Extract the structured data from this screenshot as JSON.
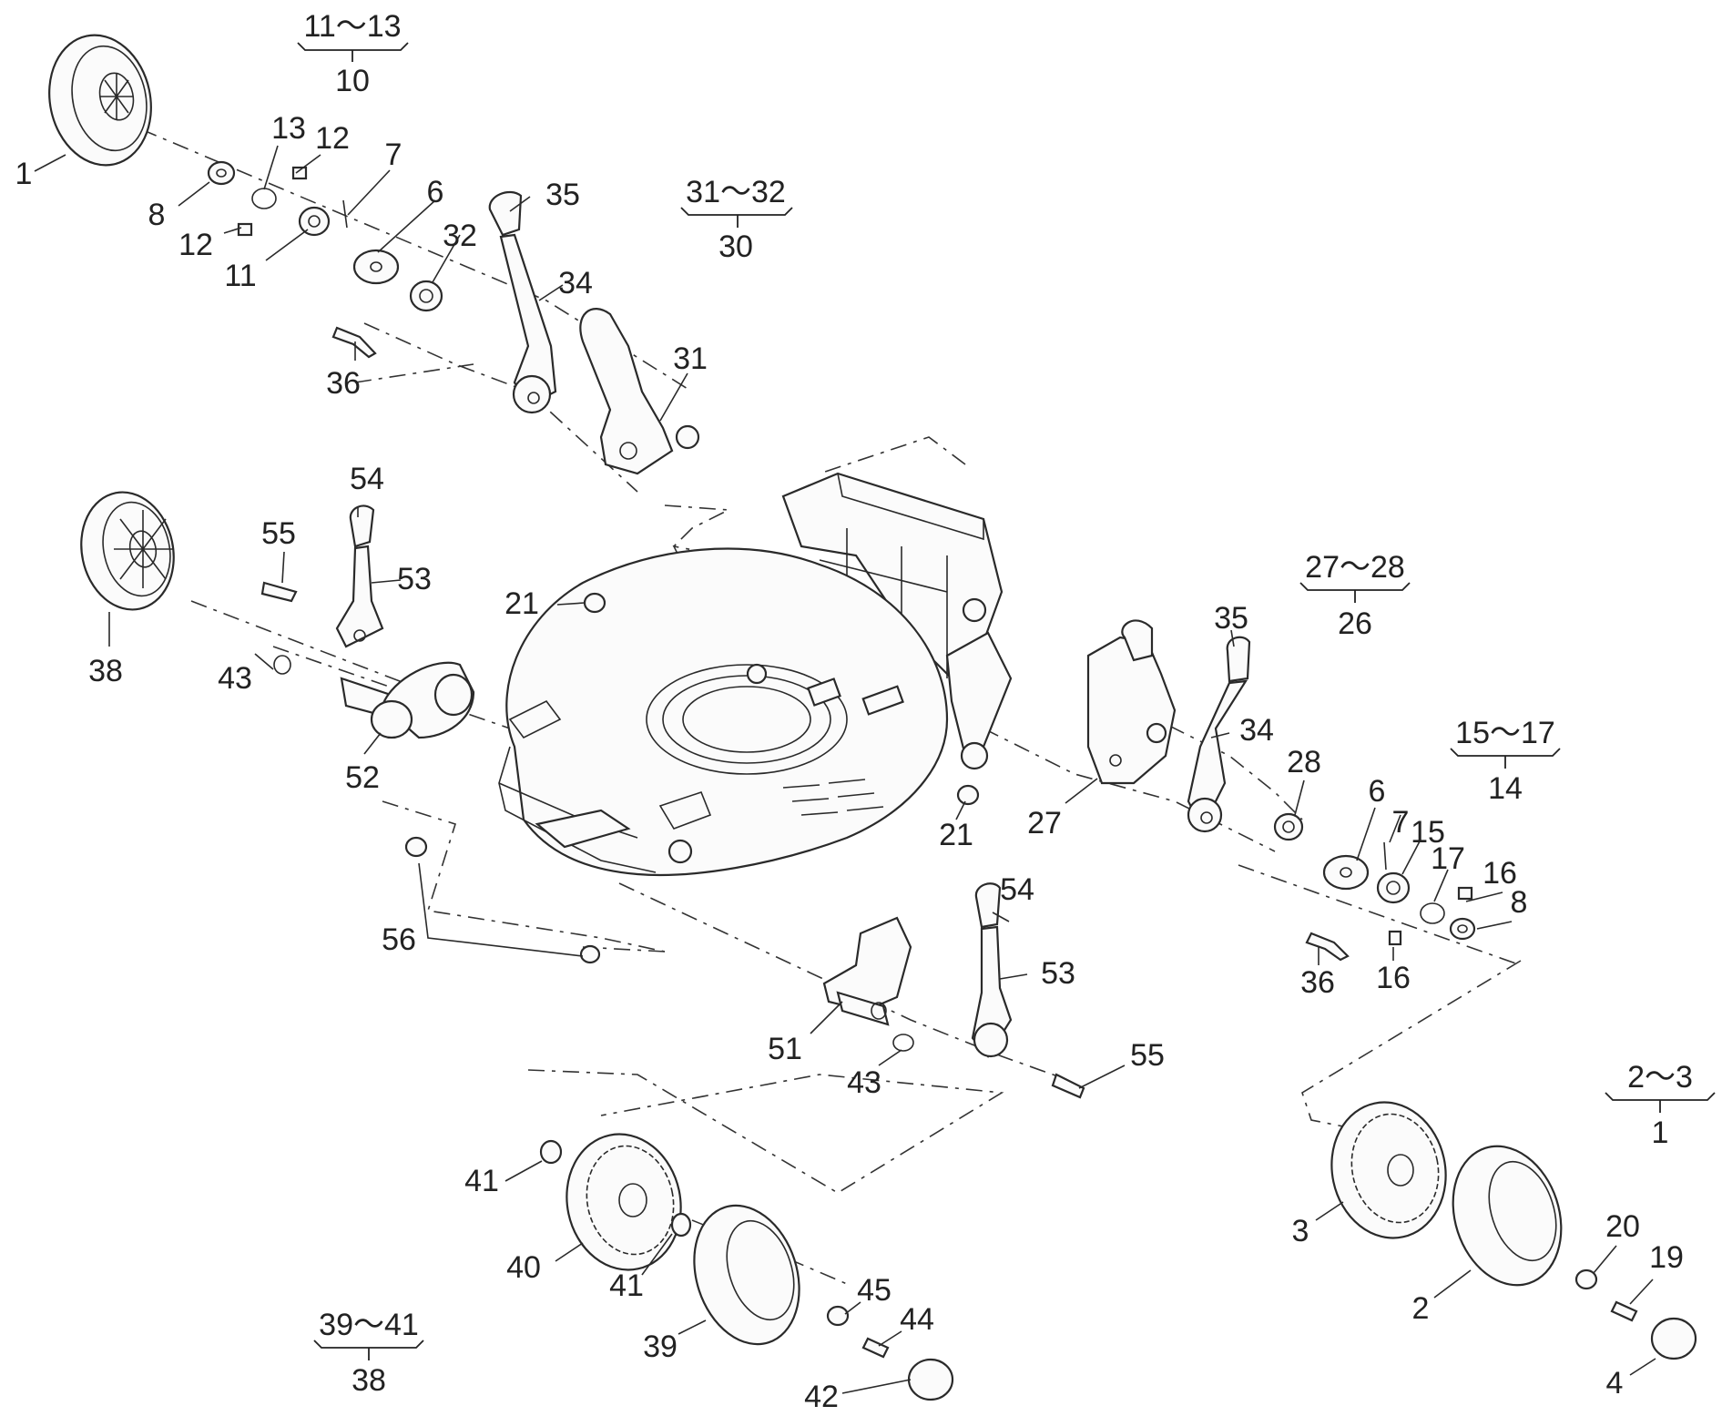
{
  "callouts": {
    "c1a": "1",
    "c8a": "8",
    "c13": "13",
    "c12a": "12",
    "c12b": "12",
    "c7a": "7",
    "c11": "11",
    "c6a": "6",
    "c32": "32",
    "c35a": "35",
    "c34a": "34",
    "c31": "31",
    "c36a": "36",
    "c54a": "54",
    "c55a": "55",
    "c53a": "53",
    "c21a": "21",
    "c38": "38",
    "c43a": "43",
    "c52": "52",
    "c56": "56",
    "c21b": "21",
    "c27": "27",
    "c35b": "35",
    "c34b": "34",
    "c28": "28",
    "c6b": "6",
    "c7b": "7",
    "c15": "15",
    "c17": "17",
    "c16a": "16",
    "c8b": "8",
    "c36b": "36",
    "c16b": "16",
    "c54b": "54",
    "c53b": "53",
    "c51": "51",
    "c43b": "43",
    "c55b": "55",
    "c41a": "41",
    "c40": "40",
    "c41b": "41",
    "c39": "39",
    "c45": "45",
    "c44": "44",
    "c42": "42",
    "c3": "3",
    "c2": "2",
    "c20": "20",
    "c19": "19",
    "c4": "4"
  },
  "groups": {
    "g10": {
      "range": "11～13",
      "parent": "10"
    },
    "g30": {
      "range": "31～32",
      "parent": "30"
    },
    "g26": {
      "range": "27～28",
      "parent": "26"
    },
    "g14": {
      "range": "15～17",
      "parent": "14"
    },
    "g1": {
      "range": "2～3",
      "parent": "1"
    },
    "g38": {
      "range": "39～41",
      "parent": "38"
    }
  }
}
